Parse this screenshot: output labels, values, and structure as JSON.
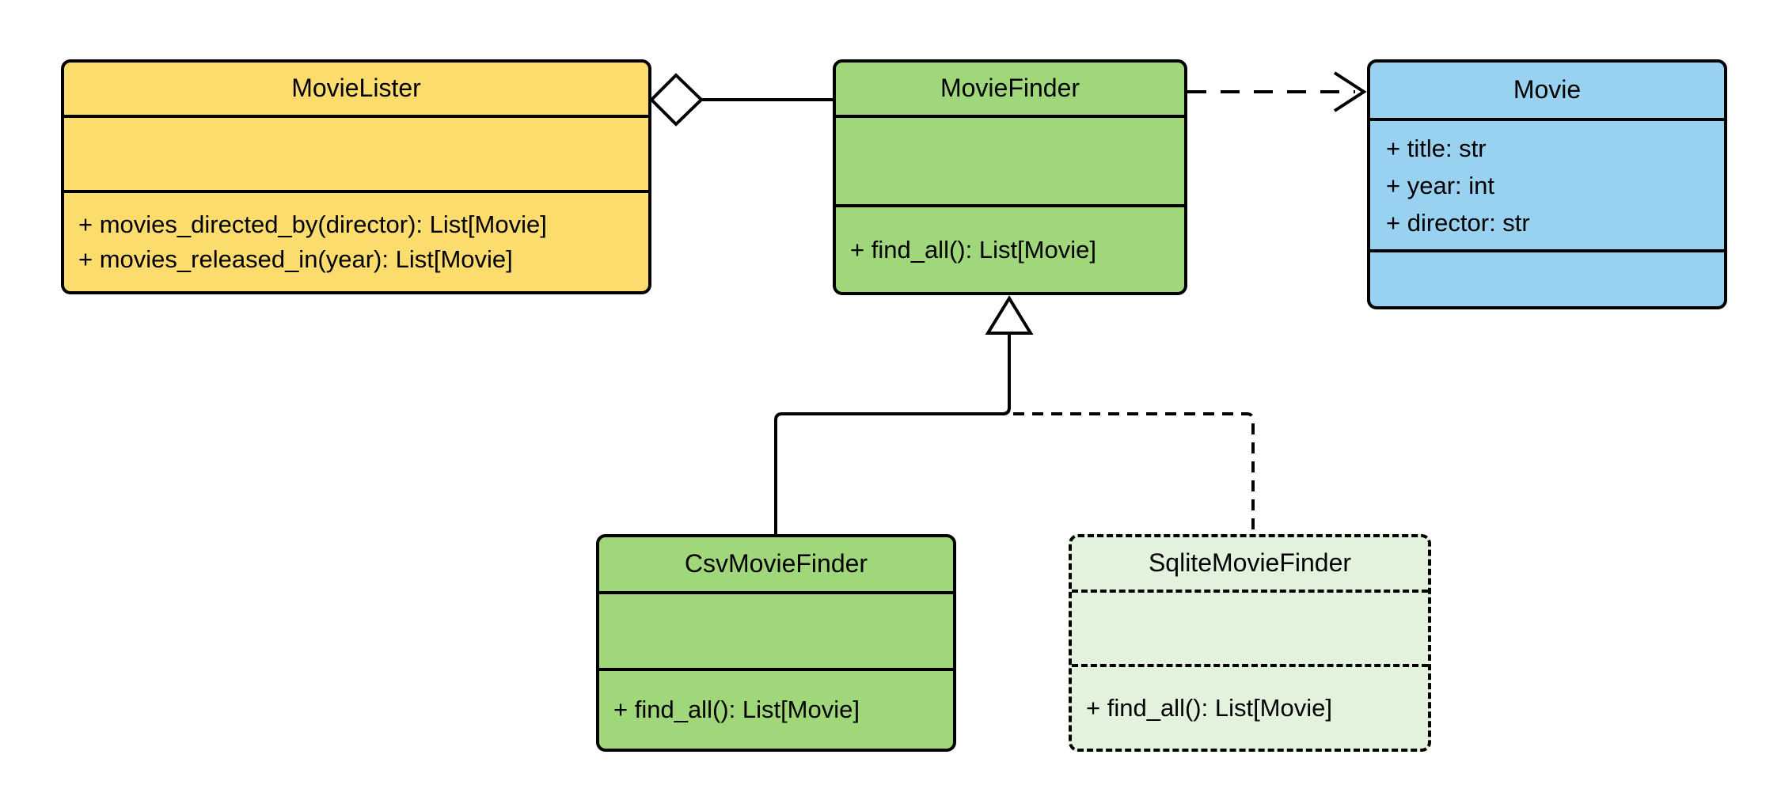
{
  "diagram_type": "uml-class-diagram",
  "classes": [
    {
      "name": "MovieLister",
      "attributes": [],
      "methods": [
        "+ movies_directed_by(director): List[Movie]",
        "+ movies_released_in(year): List[Movie]"
      ],
      "style": "solid"
    },
    {
      "name": "MovieFinder",
      "attributes": [],
      "methods": [
        "+ find_all(): List[Movie]"
      ],
      "style": "solid"
    },
    {
      "name": "Movie",
      "attributes": [
        "+ title: str",
        "+ year: int",
        "+ director: str"
      ],
      "methods": [],
      "style": "solid"
    },
    {
      "name": "CsvMovieFinder",
      "attributes": [],
      "methods": [
        "+ find_all(): List[Movie]"
      ],
      "style": "solid"
    },
    {
      "name": "SqliteMovieFinder",
      "attributes": [],
      "methods": [
        "+ find_all(): List[Movie]"
      ],
      "style": "dashed"
    }
  ],
  "relationships": [
    {
      "type": "aggregation",
      "from": "MovieLister",
      "to": "MovieFinder",
      "line": "solid",
      "marker": "hollow-diamond-at-source"
    },
    {
      "type": "dependency",
      "from": "MovieFinder",
      "to": "Movie",
      "line": "dashed",
      "marker": "open-arrow-at-target"
    },
    {
      "type": "inheritance",
      "from": "CsvMovieFinder",
      "to": "MovieFinder",
      "line": "solid",
      "marker": "hollow-triangle-at-target"
    },
    {
      "type": "inheritance",
      "from": "SqliteMovieFinder",
      "to": "MovieFinder",
      "line": "dashed",
      "marker": "hollow-triangle-at-target"
    }
  ],
  "colors": {
    "class_fills": {
      "yellow": "#FCDC6D",
      "green": "#9FD77A",
      "blue": "#99D1F0",
      "light_green": "#E3F2DC"
    },
    "line": "#000000",
    "background": "#FFFFFF"
  }
}
